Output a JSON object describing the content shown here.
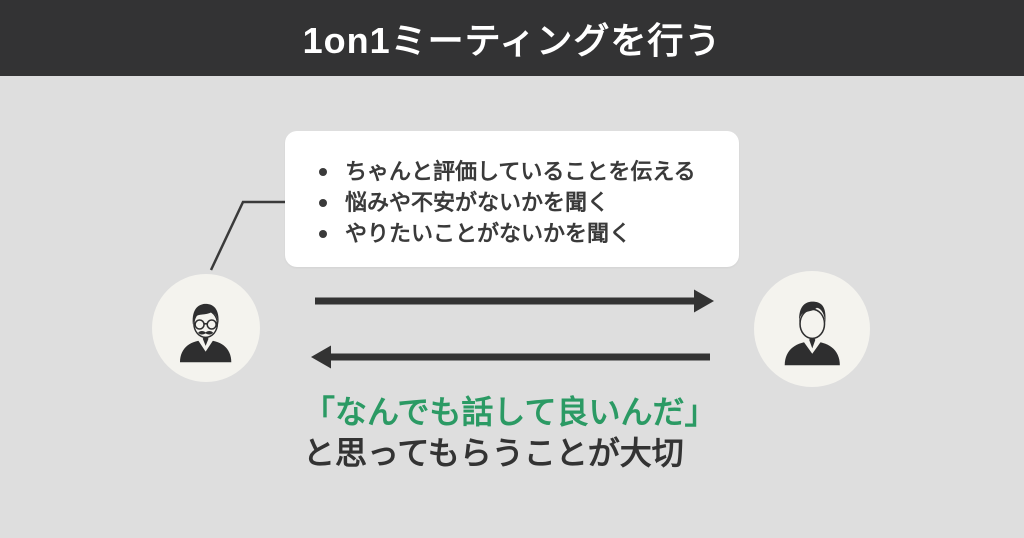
{
  "header": {
    "title": "1on1ミーティングを行う"
  },
  "bubble": {
    "items": [
      "ちゃんと評価していることを伝える",
      "悩みや不安がないかを聞く",
      "やりたいことがないかを聞く"
    ]
  },
  "participants": {
    "left": {
      "icon": "manager-avatar-icon"
    },
    "right": {
      "icon": "employee-avatar-icon"
    }
  },
  "arrows": {
    "forward": "arrow-right-icon",
    "backward": "arrow-left-icon"
  },
  "caption": {
    "line1": "「なんでも話して良いんだ」",
    "line2": "と思ってもらうことが大切"
  },
  "colors": {
    "header_bg": "#333334",
    "header_text": "#ffffff",
    "background": "#dedede",
    "bubble_bg": "#ffffff",
    "ink": "#3a3a3a",
    "avatar_bg": "#f4f3ee",
    "accent_green": "#2b9a64"
  }
}
